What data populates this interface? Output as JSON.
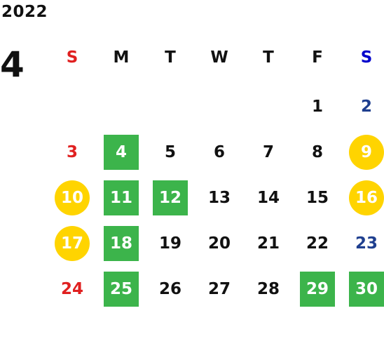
{
  "year": "2022",
  "month": "4",
  "colors": {
    "sunday": "#e02020",
    "saturday_header": "#0000cc",
    "saturday_day": "#1f3f8f",
    "green_highlight": "#3cb44b",
    "yellow_highlight": "#ffd400"
  },
  "weekdays": [
    {
      "label": "S",
      "color": "#e02020"
    },
    {
      "label": "M",
      "color": "#111111"
    },
    {
      "label": "T",
      "color": "#111111"
    },
    {
      "label": "W",
      "color": "#111111"
    },
    {
      "label": "T",
      "color": "#111111"
    },
    {
      "label": "F",
      "color": "#111111"
    },
    {
      "label": "S",
      "color": "#0000cc"
    }
  ],
  "weeks": [
    [
      null,
      null,
      null,
      null,
      null,
      {
        "d": "1"
      },
      {
        "d": "2"
      }
    ],
    [
      {
        "d": "3"
      },
      {
        "d": "4",
        "mark": "green"
      },
      {
        "d": "5"
      },
      {
        "d": "6"
      },
      {
        "d": "7"
      },
      {
        "d": "8"
      },
      {
        "d": "9",
        "mark": "yellow"
      }
    ],
    [
      {
        "d": "10",
        "mark": "yellow"
      },
      {
        "d": "11",
        "mark": "green"
      },
      {
        "d": "12",
        "mark": "green"
      },
      {
        "d": "13"
      },
      {
        "d": "14"
      },
      {
        "d": "15"
      },
      {
        "d": "16",
        "mark": "yellow"
      }
    ],
    [
      {
        "d": "17",
        "mark": "yellow"
      },
      {
        "d": "18",
        "mark": "green"
      },
      {
        "d": "19"
      },
      {
        "d": "20"
      },
      {
        "d": "21"
      },
      {
        "d": "22"
      },
      {
        "d": "23"
      }
    ],
    [
      {
        "d": "24"
      },
      {
        "d": "25",
        "mark": "green"
      },
      {
        "d": "26"
      },
      {
        "d": "27"
      },
      {
        "d": "28"
      },
      {
        "d": "29",
        "mark": "green"
      },
      {
        "d": "30",
        "mark": "green"
      }
    ]
  ]
}
